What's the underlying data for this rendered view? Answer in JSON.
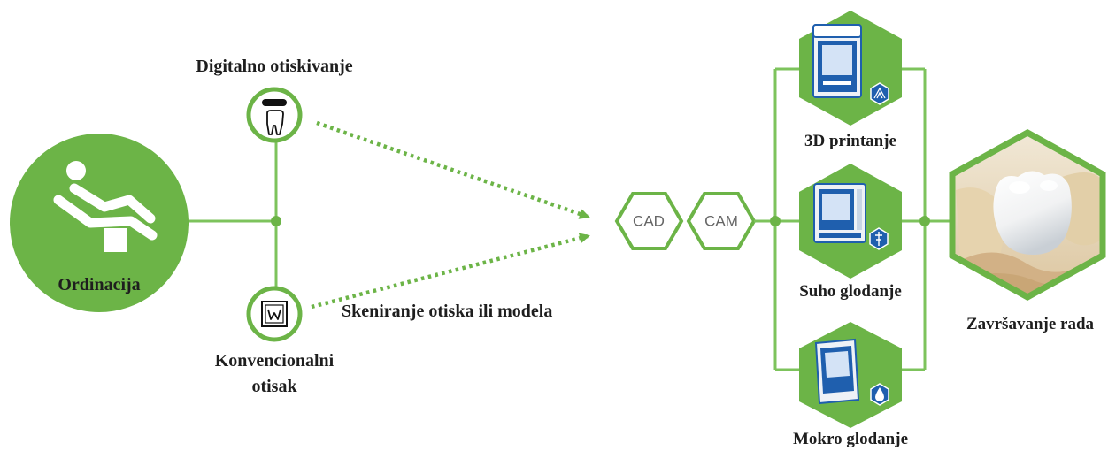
{
  "colors": {
    "accent": "#6cb447",
    "connector": "#7dc35c",
    "machine": "#1f5fae"
  },
  "diagram": {
    "practice": {
      "label": "Ordinacija",
      "icon": "dental-chair-icon"
    },
    "digital_impression": {
      "label": "Digitalno otiskivanje",
      "icon": "intraoral-scanner-icon"
    },
    "conventional_impression": {
      "label": "Konvencionalni otisak",
      "icon": "impression-tray-icon"
    },
    "scan_step": {
      "label": "Skeniranje otiska ili modela"
    },
    "cad": {
      "label": "CAD"
    },
    "cam": {
      "label": "CAM"
    },
    "printing": {
      "label": "3D printanje",
      "icon": "3d-printer-icon"
    },
    "dry_milling": {
      "label": "Suho glodanje",
      "icon": "dry-milling-machine-icon"
    },
    "wet_milling": {
      "label": "Mokro glodanje",
      "icon": "wet-milling-machine-icon"
    },
    "finishing": {
      "label": "Završavanje rada",
      "icon": "dental-crown-photo"
    }
  }
}
